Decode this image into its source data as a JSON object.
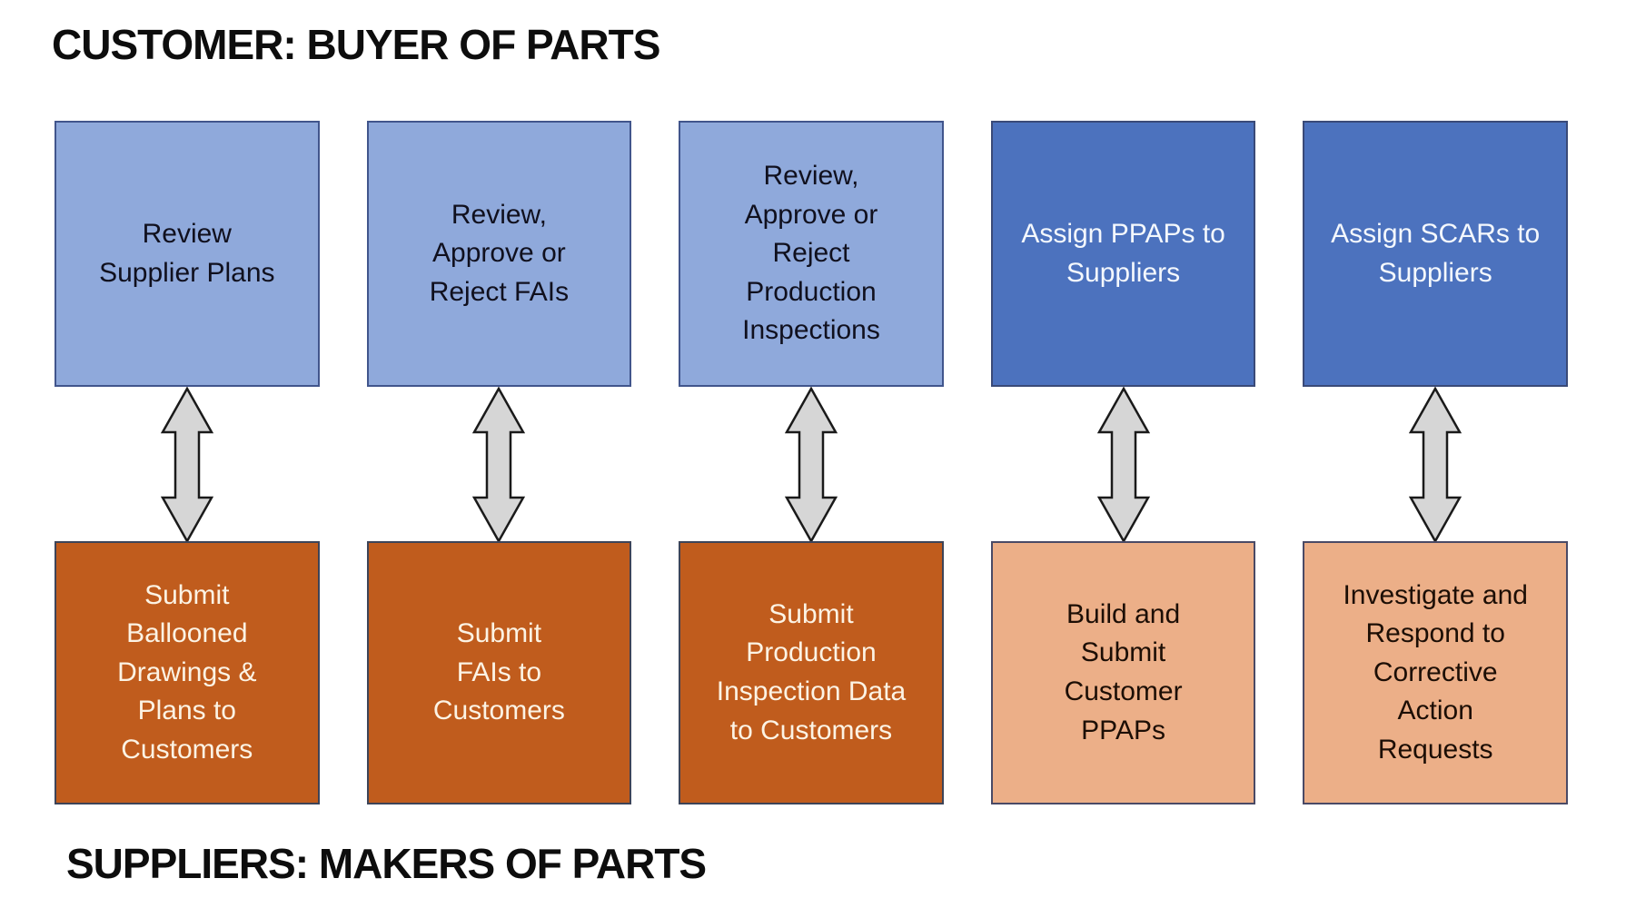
{
  "titles": {
    "customer": "CUSTOMER: BUYER OF PARTS",
    "suppliers": "SUPPLIERS: MAKERS OF PARTS"
  },
  "colors": {
    "customer_light_blue": "#8FA9DB",
    "customer_dark_blue": "#4C72BE",
    "supplier_dark_orange": "#C05C1D",
    "supplier_light_orange": "#ECAF88",
    "box_border_blue": "#41558C",
    "box_border_dark": "#3D4458",
    "arrow_fill": "#D6D6D6",
    "arrow_outline": "#1A1A1A",
    "title_text": "#0D0D0D"
  },
  "columns": [
    {
      "customer_box": {
        "text": "Review\nSupplier Plans",
        "style": "light-blue"
      },
      "connector": "double-headed-vertical-arrow",
      "supplier_box": {
        "text": "Submit\nBallooned\nDrawings &\nPlans to\nCustomers",
        "style": "dark-orange"
      }
    },
    {
      "customer_box": {
        "text": "Review,\nApprove or\nReject FAIs",
        "style": "light-blue"
      },
      "connector": "double-headed-vertical-arrow",
      "supplier_box": {
        "text": "Submit\nFAIs to\nCustomers",
        "style": "dark-orange"
      }
    },
    {
      "customer_box": {
        "text": "Review,\nApprove or\nReject\nProduction\nInspections",
        "style": "light-blue"
      },
      "connector": "double-headed-vertical-arrow",
      "supplier_box": {
        "text": "Submit\nProduction\nInspection Data\nto Customers",
        "style": "dark-orange"
      }
    },
    {
      "customer_box": {
        "text": "Assign PPAPs to\nSuppliers",
        "style": "dark-blue"
      },
      "connector": "double-headed-vertical-arrow",
      "supplier_box": {
        "text": "Build and\nSubmit\nCustomer\nPPAPs",
        "style": "light-orange"
      }
    },
    {
      "customer_box": {
        "text": "Assign SCARs to\nSuppliers",
        "style": "dark-blue"
      },
      "connector": "double-headed-vertical-arrow",
      "supplier_box": {
        "text": "Investigate and\nRespond to\nCorrective\nAction\nRequests",
        "style": "light-orange"
      }
    }
  ]
}
